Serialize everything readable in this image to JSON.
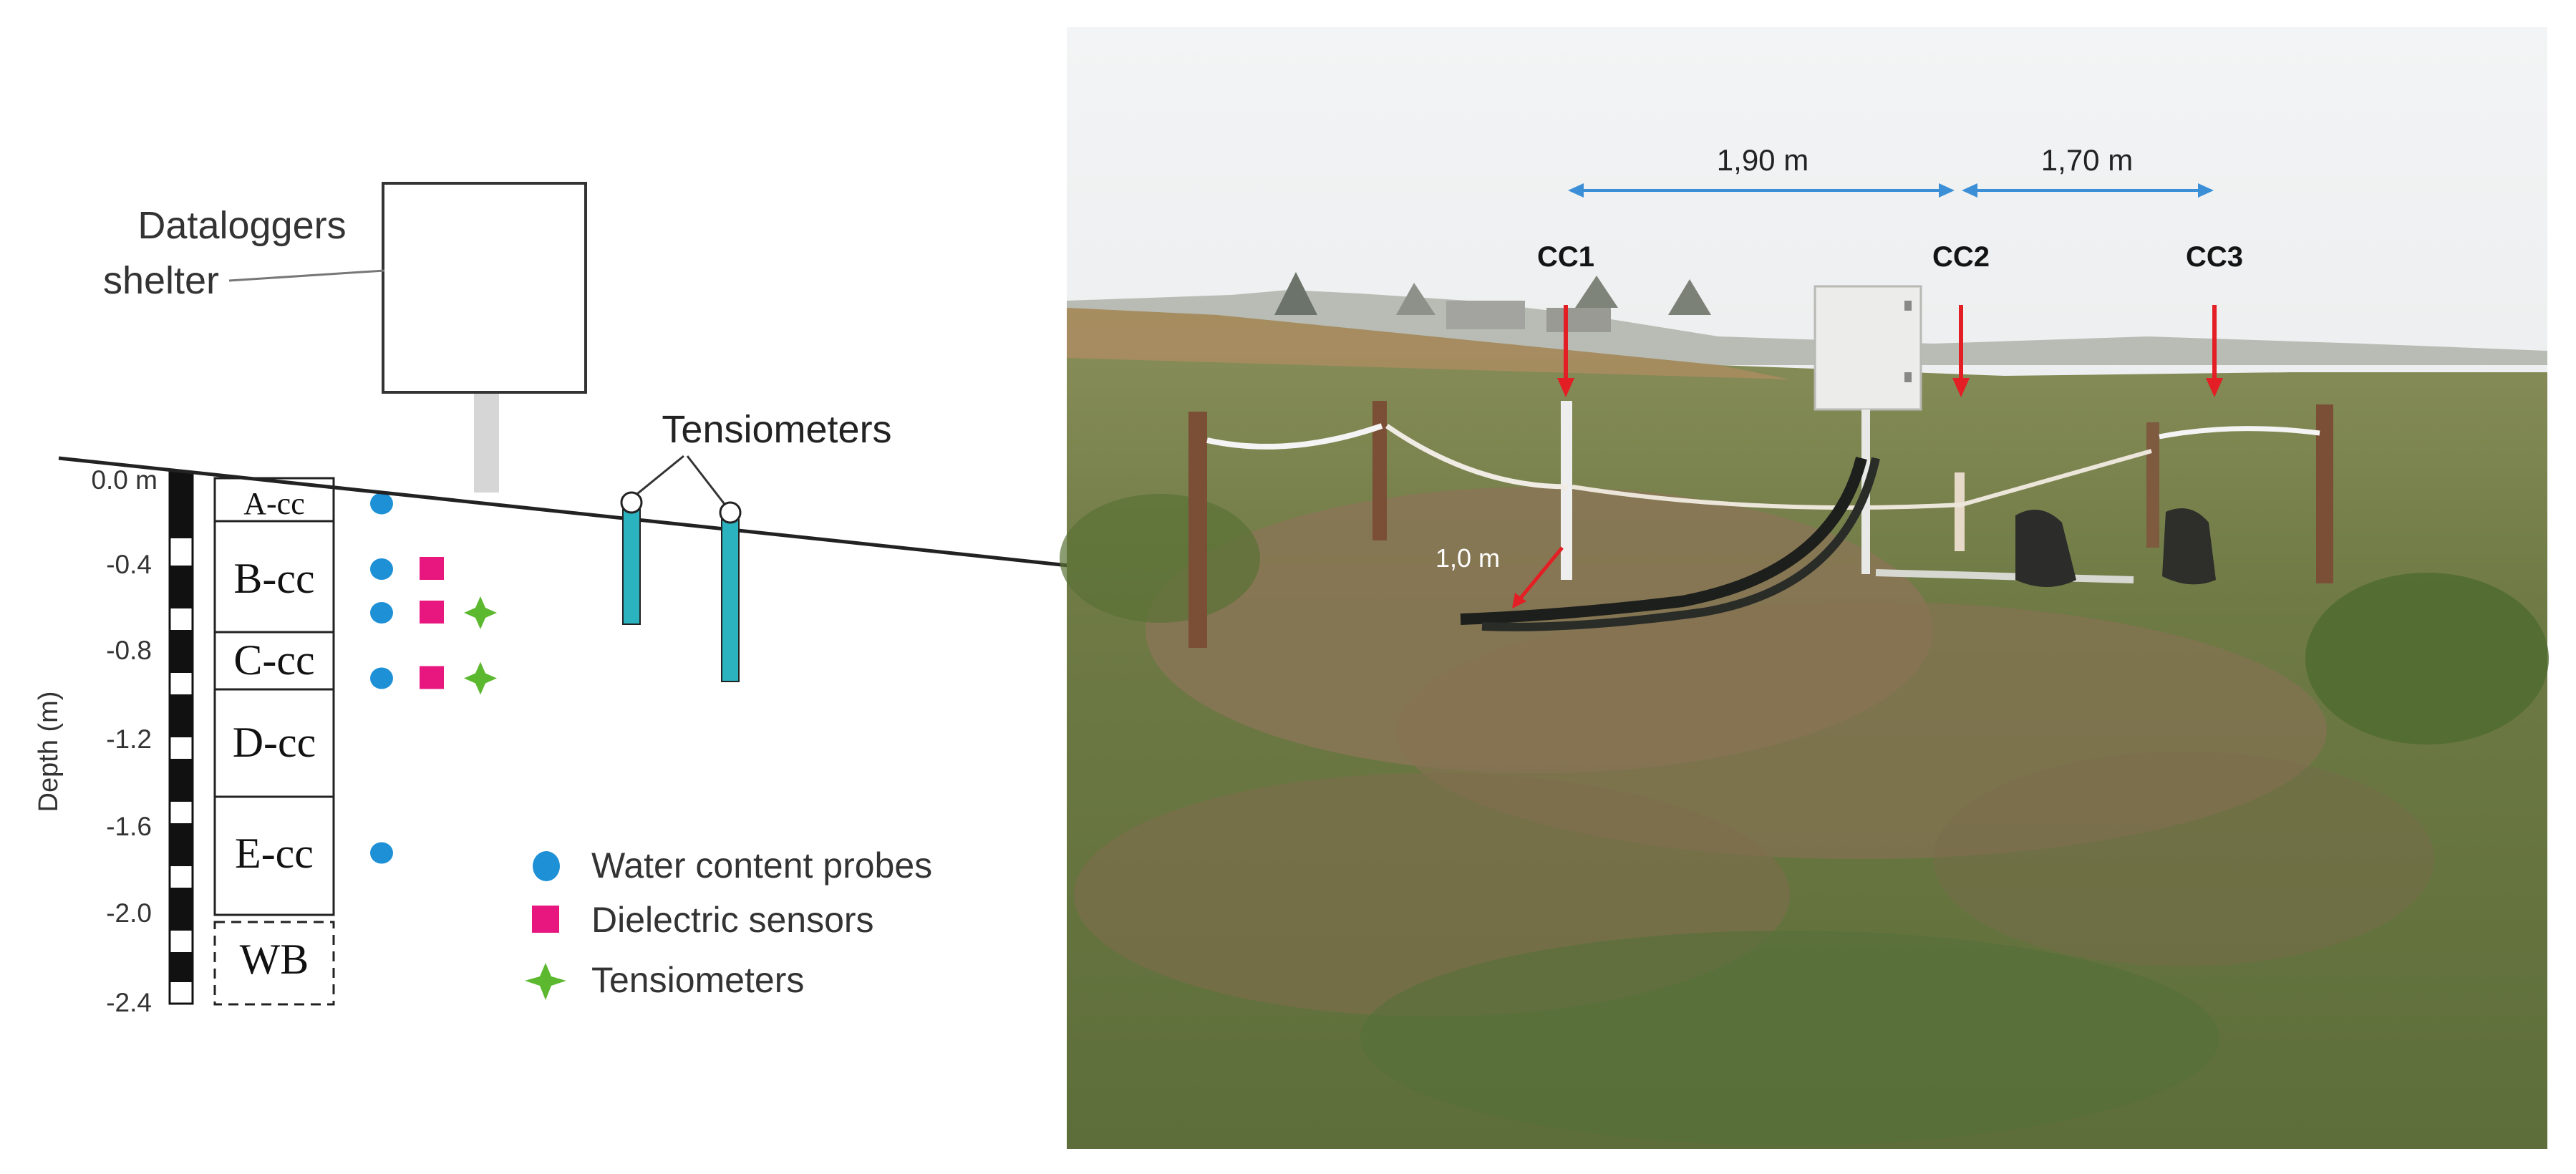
{
  "diagram": {
    "shelter_label_line1": "Dataloggers",
    "shelter_label_line2": "shelter",
    "tensiometers_label": "Tensiometers",
    "depth_axis_label": "Depth (m)",
    "depth_ticks": [
      "0.0 m",
      "-0.4",
      "-0.8",
      "-1.2",
      "-1.6",
      "-2.0",
      "-2.4"
    ],
    "horizons": [
      "A-cc",
      "B-cc",
      "C-cc",
      "D-cc",
      "E-cc",
      "WB"
    ],
    "legend": [
      {
        "label": "Water content probes",
        "marker": "circle",
        "color": "#1e90d6"
      },
      {
        "label": "Dielectric sensors",
        "marker": "square",
        "color": "#e8177f"
      },
      {
        "label": "Tensiometers",
        "marker": "star",
        "color": "#5cb82f"
      }
    ],
    "colors": {
      "water_probe": "#1e90d6",
      "dielectric": "#e8177f",
      "tensiometer_marker": "#5cb82f",
      "tensiometer_tube": "#2bb3c0",
      "ground_line": "#222222"
    },
    "sensors": [
      {
        "type": "water-content-probe",
        "depth_m": 0.1
      },
      {
        "type": "water-content-probe",
        "depth_m": 0.4
      },
      {
        "type": "water-content-probe",
        "depth_m": 0.6
      },
      {
        "type": "water-content-probe",
        "depth_m": 0.9
      },
      {
        "type": "water-content-probe",
        "depth_m": 1.7
      },
      {
        "type": "dielectric-sensor",
        "depth_m": 0.4
      },
      {
        "type": "dielectric-sensor",
        "depth_m": 0.6
      },
      {
        "type": "dielectric-sensor",
        "depth_m": 0.9
      },
      {
        "type": "tensiometer",
        "depth_m": 0.6
      },
      {
        "type": "tensiometer",
        "depth_m": 0.9
      }
    ]
  },
  "photo": {
    "distance_1": "1,90 m",
    "distance_2": "1,70 m",
    "distance_3": "1,0 m",
    "points": [
      "CC1",
      "CC2",
      "CC3"
    ],
    "colors": {
      "sky": "#eef0f1",
      "field": "#6b7a45",
      "arrow": "#e31e24",
      "dimension": "#3b8fd6"
    }
  }
}
